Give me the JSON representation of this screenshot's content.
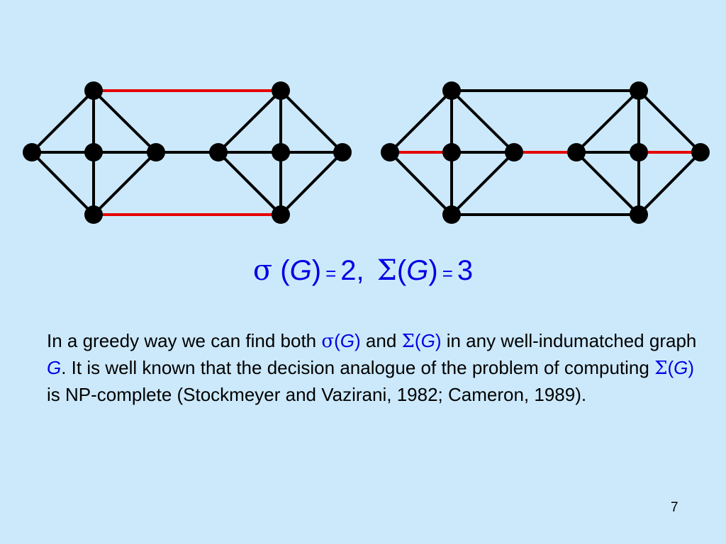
{
  "colors": {
    "background": "#cce9fb",
    "edge": "#000000",
    "highlight_edge": "#e60000",
    "formula_text": "#0000e6"
  },
  "graphs": [
    {
      "name": "left-graph",
      "highlighted_edges": [
        "top-left-node~top-right-node",
        "bottom-left-node~bottom-right-node"
      ]
    },
    {
      "name": "right-graph",
      "highlighted_edges": [
        "far-left-node~center-left-node",
        "inner-left-node~inner-right-node",
        "center-right-node~far-right-node"
      ]
    }
  ],
  "formula": {
    "sigma_symbol": "σ",
    "sigma_value": "2,",
    "Sigma_symbol": "Σ",
    "Sigma_value": "3",
    "graph_var": "G",
    "equals": "=",
    "open_paren": "(",
    "close_paren": ")"
  },
  "paragraph": {
    "part1": "In a greedy way we can find both ",
    "sigma": "σ",
    "open": "(",
    "G": "G",
    "close": ")",
    "and": " and ",
    "Sigma": "Σ",
    "part2": " in any well-indumatched graph ",
    "part3": ". It is well known that the decision analogue of the problem of computing ",
    "part4": " is NP-complete (Stockmeyer and Vazirani, 1982; Cameron, 1989)."
  },
  "slide_number": "7"
}
